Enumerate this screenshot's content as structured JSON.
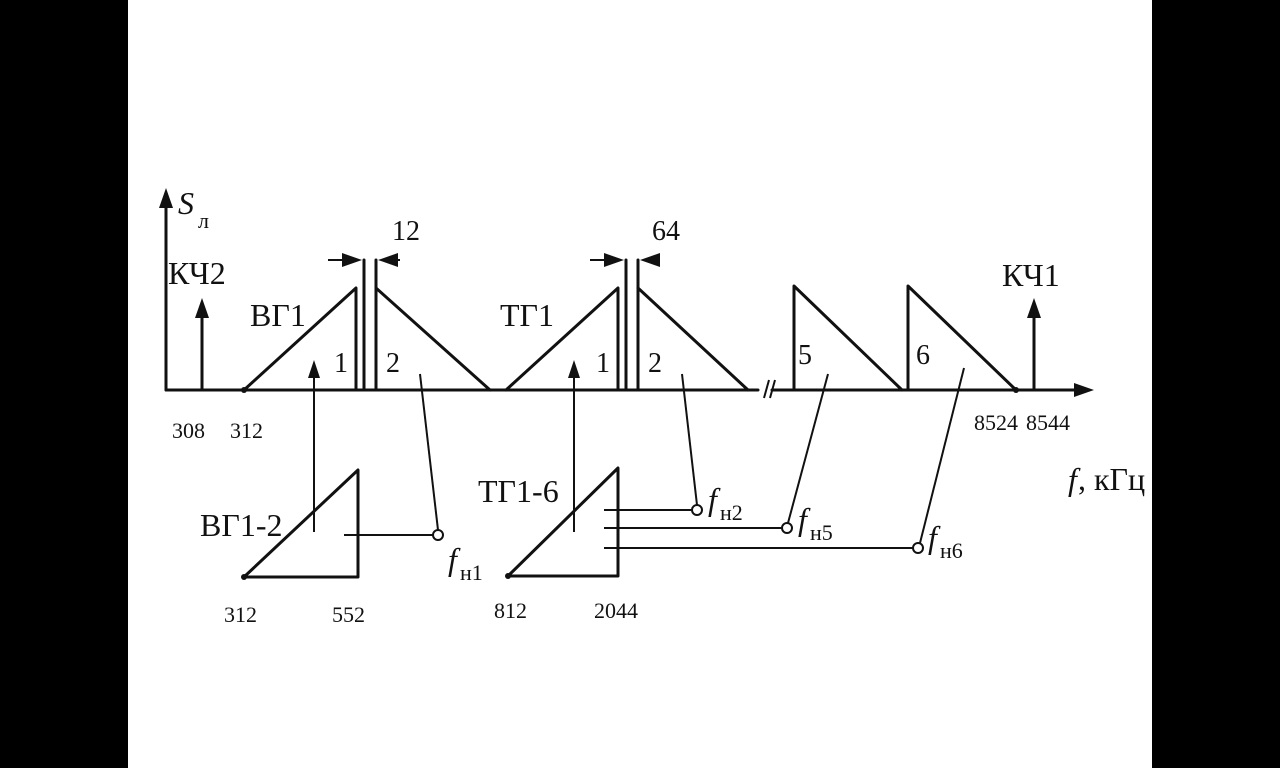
{
  "axis": {
    "y_label": "S",
    "y_label_sub": "л",
    "x_label": "f",
    "x_label_unit": ", кГц"
  },
  "pilots": {
    "left": "КЧ2",
    "right": "КЧ1"
  },
  "groups": {
    "vg": "ВГ1",
    "tg": "ТГ1",
    "vg_sub": "ВГ1-2",
    "tg_sub": "ТГ1-6"
  },
  "bands": {
    "vg1": "1",
    "vg2": "2",
    "tg1": "1",
    "tg2": "2",
    "g5": "5",
    "g6": "6"
  },
  "gaps": {
    "vg_gap": "12",
    "tg_gap": "64"
  },
  "ticks": {
    "t308": "308",
    "t312": "312",
    "t8524": "8524",
    "t8544": "8544",
    "sub312": "312",
    "sub552": "552",
    "sub812": "812",
    "sub2044": "2044"
  },
  "carriers": {
    "f": "f",
    "n1": "н1",
    "n2": "н2",
    "n5": "н5",
    "n6": "н6"
  }
}
